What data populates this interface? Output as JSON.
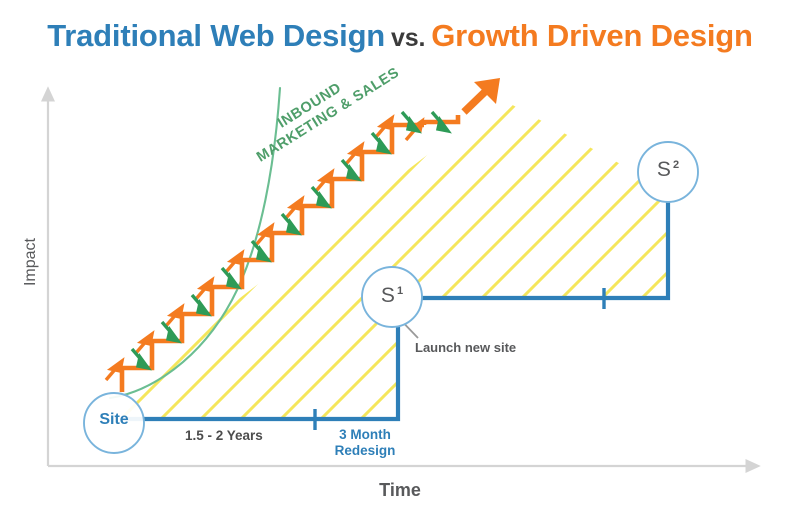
{
  "title": {
    "left": "Traditional Web Design",
    "vs": "vs.",
    "right": "Growth Driven Design",
    "left_color": "#2E7FB8",
    "right_color": "#F47B20",
    "vs_color": "#3b3b3b"
  },
  "axes": {
    "y_label": "Impact",
    "x_label": "Time",
    "axis_color": "#d4d4d4"
  },
  "nodes": {
    "site": "Site",
    "s1_base": "S",
    "s1_sup": "1",
    "s2_base": "S",
    "s2_sup": "2",
    "node_stroke": "#79B4DC"
  },
  "labels": {
    "years": "1.5 - 2 Years",
    "redesign": "3 Month Redesign",
    "launch": "Launch new site",
    "inbound_line1": "INBOUND",
    "inbound_line2": "MARKETING & SALES"
  },
  "colors": {
    "blue_line": "#2E7FB8",
    "orange_step": "#F47B20",
    "green_arrow": "#2E9B57",
    "green_curve": "#6BBE92",
    "yellow_hatch": "#F5E65C",
    "gray_text": "#58595B",
    "annotation_arrow": "#9a9a9a"
  },
  "chart_data": {
    "type": "line",
    "title": "Traditional Web Design vs. Growth Driven Design",
    "xlabel": "Time",
    "ylabel": "Impact",
    "series": [
      {
        "name": "Traditional Web Design",
        "color": "#2E7FB8",
        "points": [
          {
            "x": 122,
            "y": 420,
            "label": "Site"
          },
          {
            "x": 398,
            "y": 420,
            "label": "1.5 - 2 Years"
          },
          {
            "x": 398,
            "y": 298,
            "label": "3 Month Redesign"
          },
          {
            "x": 668,
            "y": 298,
            "label": "S1 plateau"
          },
          {
            "x": 668,
            "y": 190,
            "label": "S2"
          }
        ]
      },
      {
        "name": "Growth Driven Design",
        "color": "#F47B20",
        "description": "Continuous incremental staircase rising from Site to upper right with large growth arrow"
      },
      {
        "name": "Inbound Marketing & Sales",
        "color": "#6BBE92",
        "description": "Exponential green curve bounding the staircase on the upper-left"
      }
    ],
    "annotations": [
      {
        "text": "Launch new site",
        "target": "S1"
      },
      {
        "text": "INBOUND MARKETING & SALES",
        "rotation": -32
      }
    ],
    "grid": false,
    "legend": "none"
  }
}
